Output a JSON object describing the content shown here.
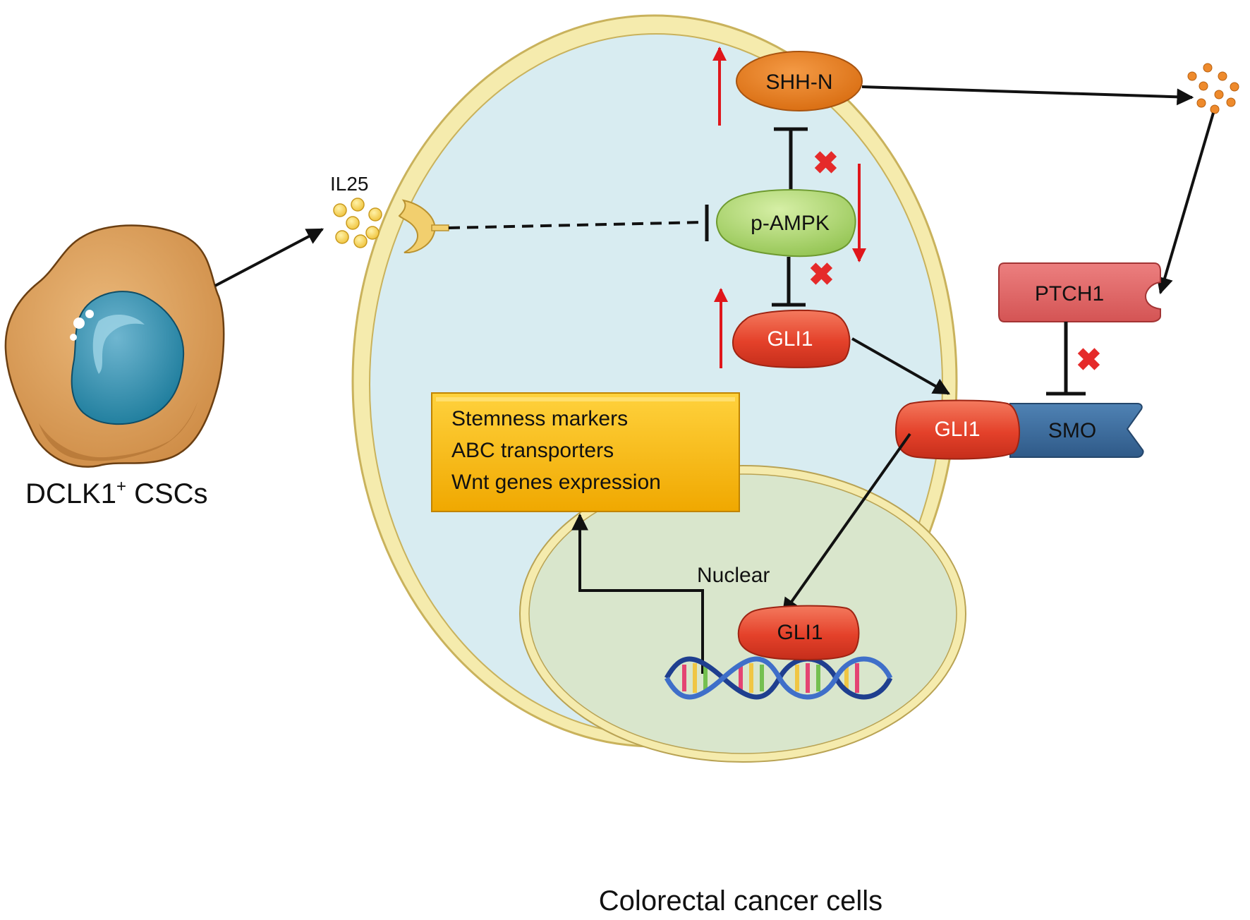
{
  "labels": {
    "il25": "IL25",
    "csc_main": "DCLK1",
    "csc_sup": "+",
    "csc_tail": " CSCs",
    "caption": "Colorectal cancer cells",
    "nuclear": "Nuclear"
  },
  "nodes": {
    "shh_n": "SHH-N",
    "p_ampk": "p-AMPK",
    "gli1_cyto": "GLI1",
    "gli1_smo": "GLI1",
    "smo": "SMO",
    "ptch1": "PTCH1",
    "gli1_nuclear": "GLI1"
  },
  "target_box": {
    "lines": [
      "Stemness markers",
      "ABC transporters",
      "Wnt genes expression"
    ]
  },
  "colors": {
    "cell_membrane": "#f5ebad",
    "cytoplasm": "#d8ecf1",
    "nucleus": "#d9e6cc",
    "shh": "#ea7f1e",
    "ampk": "#b2d976",
    "gli1": "#e8452d",
    "smo": "#3e6fa1",
    "ptch1": "#e46666",
    "target_box": "#f8b800",
    "regulation_arrow": "#e0161b",
    "blocked_mark": "#e52a2a"
  },
  "regulation": {
    "shh_n": "up",
    "p_ampk": "down",
    "gli1": "up"
  },
  "icons": [
    "csc-cell-icon",
    "il25-molecules-icon",
    "shh-ligand-dots-icon",
    "receptor-icon",
    "dna-helix-icon",
    "blocked-x-icon"
  ]
}
